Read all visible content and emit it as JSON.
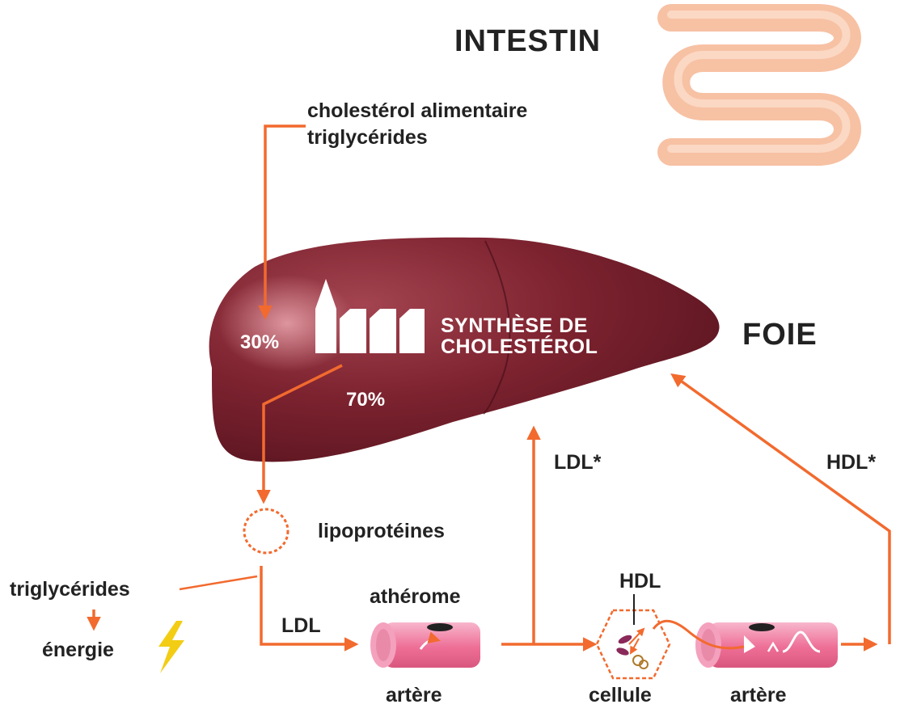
{
  "colors": {
    "arrow": "#f26a2e",
    "liver": "#7a1f2b",
    "intestine": "#f7c1a4",
    "artery": "#ee6f97",
    "lightning": "#f2cd14",
    "text": "#222222"
  },
  "labels": {
    "intestin": "INTESTIN",
    "foie": "FOIE",
    "dietary_line1": "cholestérol alimentaire",
    "dietary_line2": "triglycérides",
    "pct30": "30%",
    "pct70": "70%",
    "synthese_line1": "SYNTHÈSE DE",
    "synthese_line2": "CHOLESTÉROL",
    "lipoproteines": "lipoprotéines",
    "triglycerides": "triglycérides",
    "energie": "énergie",
    "ldl": "LDL",
    "atherome": "athérome",
    "artere1": "artère",
    "ldl_star": "LDL*",
    "hdl": "HDL",
    "cellule": "cellule",
    "artere2": "artère",
    "hdl_star": "HDL*"
  },
  "icons": [
    "intestine-icon",
    "liver-icon",
    "factory-icon",
    "lipoprotein-icon",
    "lightning-icon",
    "artery-icon",
    "cell-icon"
  ]
}
